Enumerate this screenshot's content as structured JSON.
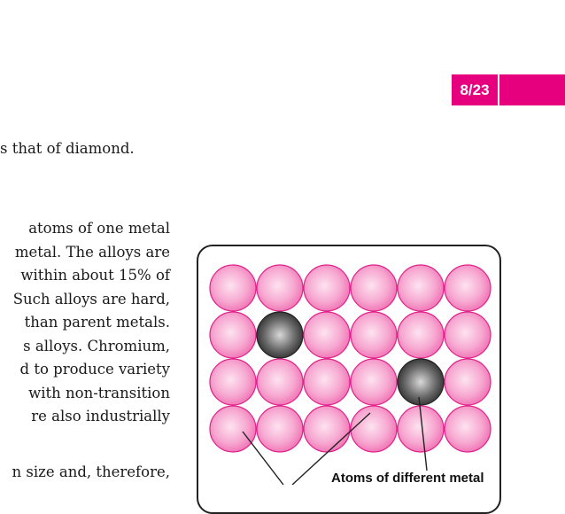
{
  "header": {
    "page_tab": "8/23",
    "accent_color": "#e6007e"
  },
  "text_top": "s that of diamond.",
  "body_lines": [
    "atoms of one metal",
    "metal. The alloys are",
    "within about 15% of",
    "Such alloys are hard,",
    "than parent metals.",
    "s alloys. Chromium,",
    "d to produce variety",
    "with non-transition",
    "re also industrially"
  ],
  "text_bottom": "n size and, therefore,",
  "figure": {
    "caption": "Atoms of different metal",
    "pink_atom_color": "#f06bb2",
    "dark_atom_color": "#4a4a4a",
    "rows": 4,
    "cols": 6,
    "dark_atoms": [
      [
        1,
        1
      ],
      [
        2,
        4
      ]
    ]
  }
}
